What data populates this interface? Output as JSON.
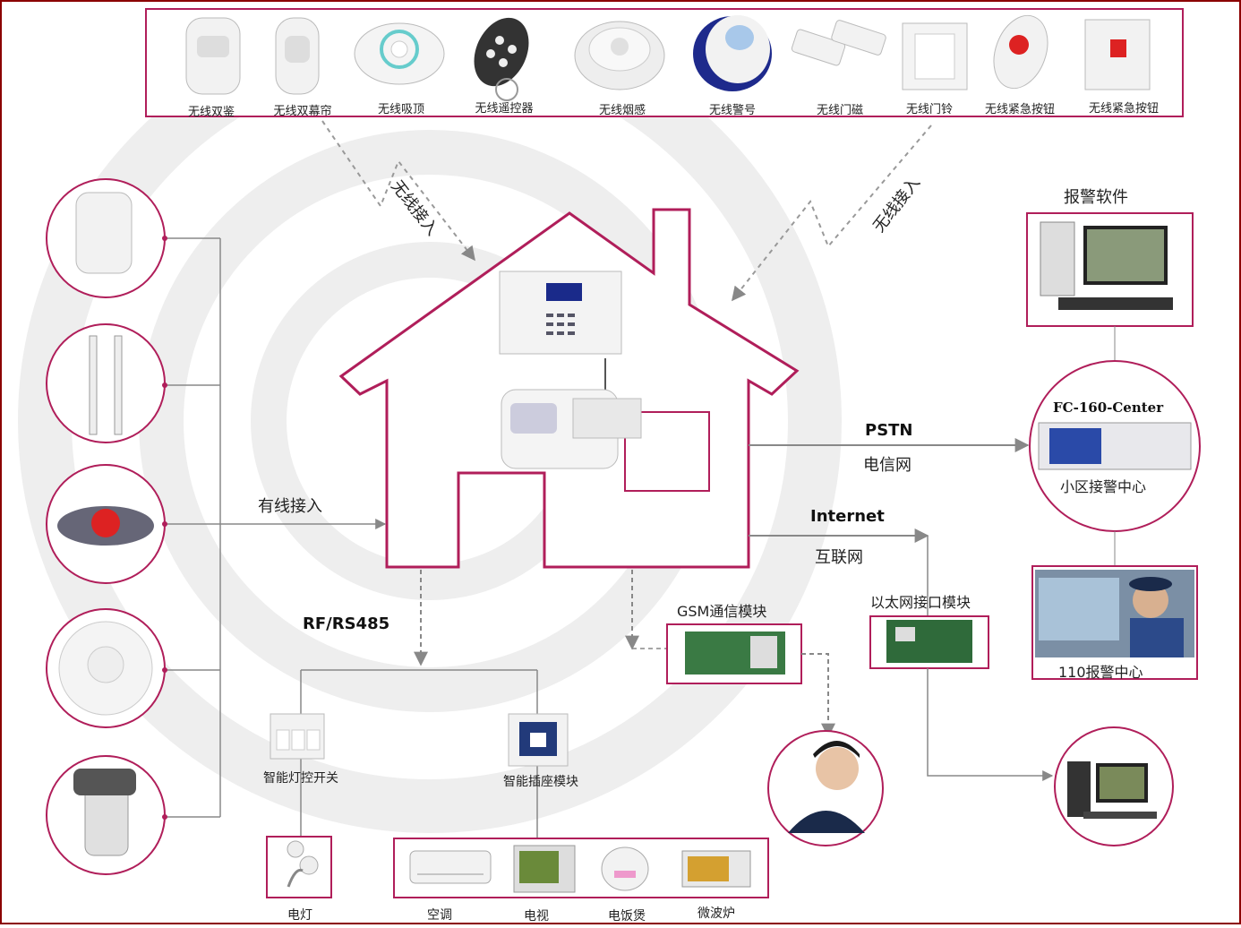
{
  "top_devices": [
    {
      "icon": "pir-detector-icon",
      "label": "无线双鉴"
    },
    {
      "icon": "curtain-detector-icon",
      "label": "无线双幕帘"
    },
    {
      "icon": "ceiling-detector-icon",
      "label": "无线吸顶"
    },
    {
      "icon": "remote-control-icon",
      "label": "无线遥控器"
    },
    {
      "icon": "smoke-detector-icon",
      "label": "无线烟感"
    },
    {
      "icon": "siren-icon",
      "label": "无线警号"
    },
    {
      "icon": "door-magnet-icon",
      "label": "无线门磁"
    },
    {
      "icon": "doorbell-icon",
      "label": "无线门铃"
    },
    {
      "icon": "emergency-button-icon",
      "label": "无线紧急按钮"
    },
    {
      "icon": "emergency-button-icon",
      "label": "无线紧急按钮"
    }
  ],
  "wireless_access": "无线接入",
  "wired_access": "有线接入",
  "pstn": {
    "title": "PSTN",
    "subtitle": "电信网"
  },
  "internet": {
    "title": "Internet",
    "subtitle": "互联网"
  },
  "rf_bus": "RF/RS485",
  "gsm_module": "GSM通信模块",
  "ethernet_module": "以太网接口模块",
  "alarm_software": "报警软件",
  "center": {
    "title": "FC-160-Center",
    "subtitle": "小区接警中心"
  },
  "police_center": "110报警中心",
  "smart_switch": "智能灯控开关",
  "smart_socket": "智能插座模块",
  "lamp": "电灯",
  "appliances": [
    "空调",
    "电视",
    "电饭煲",
    "微波炉"
  ],
  "colors": {
    "frame": "#b01e5a",
    "border": "#8b0000",
    "line": "#888888",
    "bg_ring": "#ececec"
  }
}
